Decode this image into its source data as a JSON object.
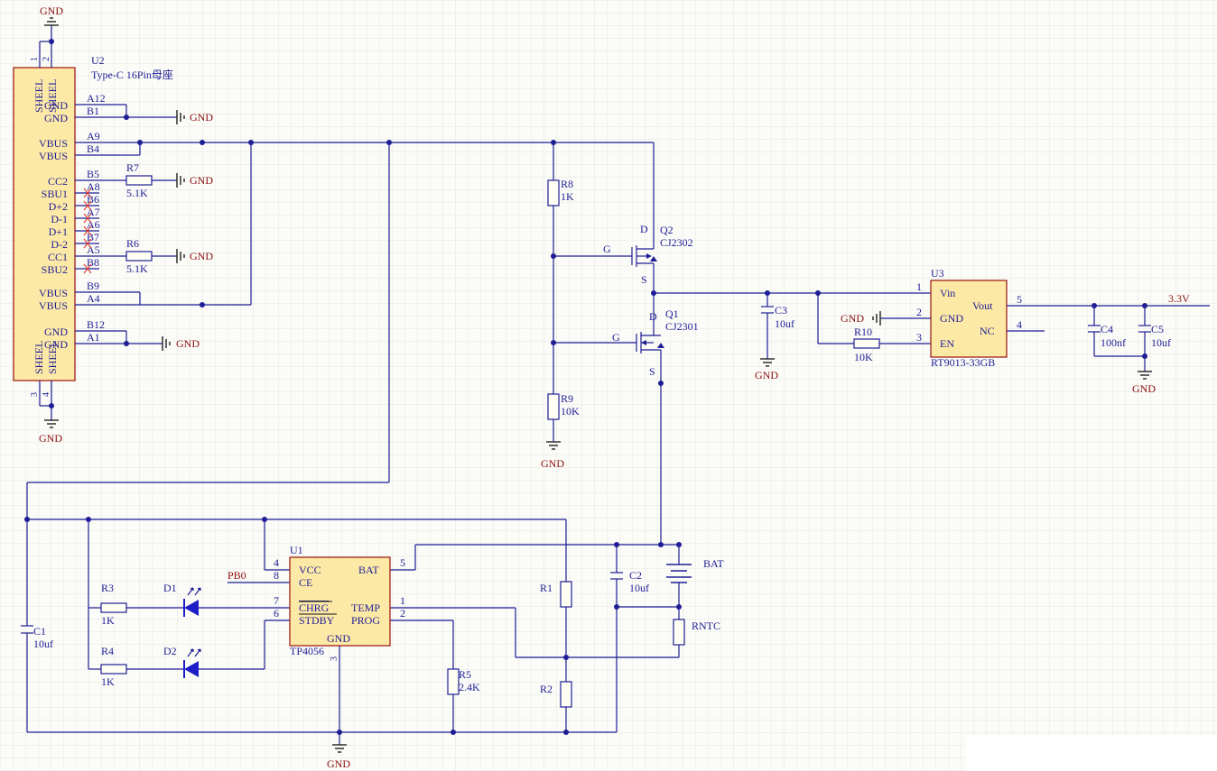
{
  "colors": {
    "background": "#fbfbf7",
    "grid": "#e4e4e0",
    "wire": "#1e1e96",
    "power_label": "#8c1010",
    "part_fill": "#fde9a6",
    "part_border": "#a1221a",
    "no_connect": "#e23c2e"
  },
  "u2": {
    "ref": "U2",
    "desc": "Type-C 16Pin母座",
    "shell": [
      "SHEEL",
      "SHEEL",
      "SHEEL",
      "SHEEL"
    ],
    "pins": [
      {
        "num": "A12",
        "name": "GND"
      },
      {
        "num": "B1",
        "name": "GND"
      },
      {
        "num": "A9",
        "name": "VBUS"
      },
      {
        "num": "B4",
        "name": "VBUS"
      },
      {
        "num": "B5",
        "name": "CC2"
      },
      {
        "num": "A8",
        "name": "SBU1"
      },
      {
        "num": "B6",
        "name": "D+2"
      },
      {
        "num": "A7",
        "name": "D-1"
      },
      {
        "num": "A6",
        "name": "D+1"
      },
      {
        "num": "B7",
        "name": "D-2"
      },
      {
        "num": "A5",
        "name": "CC1"
      },
      {
        "num": "B8",
        "name": "SBU2"
      },
      {
        "num": "B9",
        "name": "VBUS"
      },
      {
        "num": "A4",
        "name": "VBUS"
      },
      {
        "num": "B12",
        "name": "GND"
      },
      {
        "num": "A1",
        "name": "GND"
      }
    ],
    "shell_pins": [
      "1",
      "2",
      "3",
      "4"
    ]
  },
  "gnd": "GND",
  "r7": {
    "ref": "R7",
    "value": "5.1K"
  },
  "r6": {
    "ref": "R6",
    "value": "5.1K"
  },
  "r8": {
    "ref": "R8",
    "value": "1K"
  },
  "r9": {
    "ref": "R9",
    "value": "10K"
  },
  "r10": {
    "ref": "R10",
    "value": "10K"
  },
  "q2": {
    "ref": "Q2",
    "value": "CJ2302",
    "d": "D",
    "g": "G",
    "s": "S"
  },
  "q1": {
    "ref": "Q1",
    "value": "CJ2301",
    "d": "D",
    "g": "G",
    "s": "S"
  },
  "c3": {
    "ref": "C3",
    "value": "10uf"
  },
  "u3": {
    "ref": "U3",
    "value": "RT9013-33GB",
    "pins": [
      {
        "num": "1",
        "name": "Vin"
      },
      {
        "num": "2",
        "name": "GND"
      },
      {
        "num": "3",
        "name": "EN"
      },
      {
        "num": "5",
        "name": "Vout"
      },
      {
        "num": "4",
        "name": "NC"
      }
    ]
  },
  "c4": {
    "ref": "C4",
    "value": "100nf"
  },
  "c5": {
    "ref": "C5",
    "value": "10uf"
  },
  "net_3v3": "3.3V",
  "u1": {
    "ref": "U1",
    "value": "TP4056",
    "pins": [
      {
        "num": "4",
        "name": "VCC"
      },
      {
        "num": "8",
        "name": "CE"
      },
      {
        "num": "7",
        "name": "CHRG"
      },
      {
        "num": "6",
        "name": "STDBY"
      },
      {
        "num": "5",
        "name": "BAT"
      },
      {
        "num": "1",
        "name": "TEMP"
      },
      {
        "num": "2",
        "name": "PROG"
      },
      {
        "num": "3",
        "name": "GND"
      }
    ]
  },
  "net_pb0": "PB0",
  "r3": {
    "ref": "R3",
    "value": "1K"
  },
  "r4": {
    "ref": "R4",
    "value": "1K"
  },
  "d1": {
    "ref": "D1"
  },
  "d2": {
    "ref": "D2"
  },
  "c1": {
    "ref": "C1",
    "value": "10uf"
  },
  "r1": {
    "ref": "R1"
  },
  "r2": {
    "ref": "R2"
  },
  "r5": {
    "ref": "R5",
    "value": "2.4K"
  },
  "c2": {
    "ref": "C2",
    "value": "10uf"
  },
  "bat": {
    "ref": "BAT"
  },
  "rntc": {
    "ref": "RNTC"
  }
}
